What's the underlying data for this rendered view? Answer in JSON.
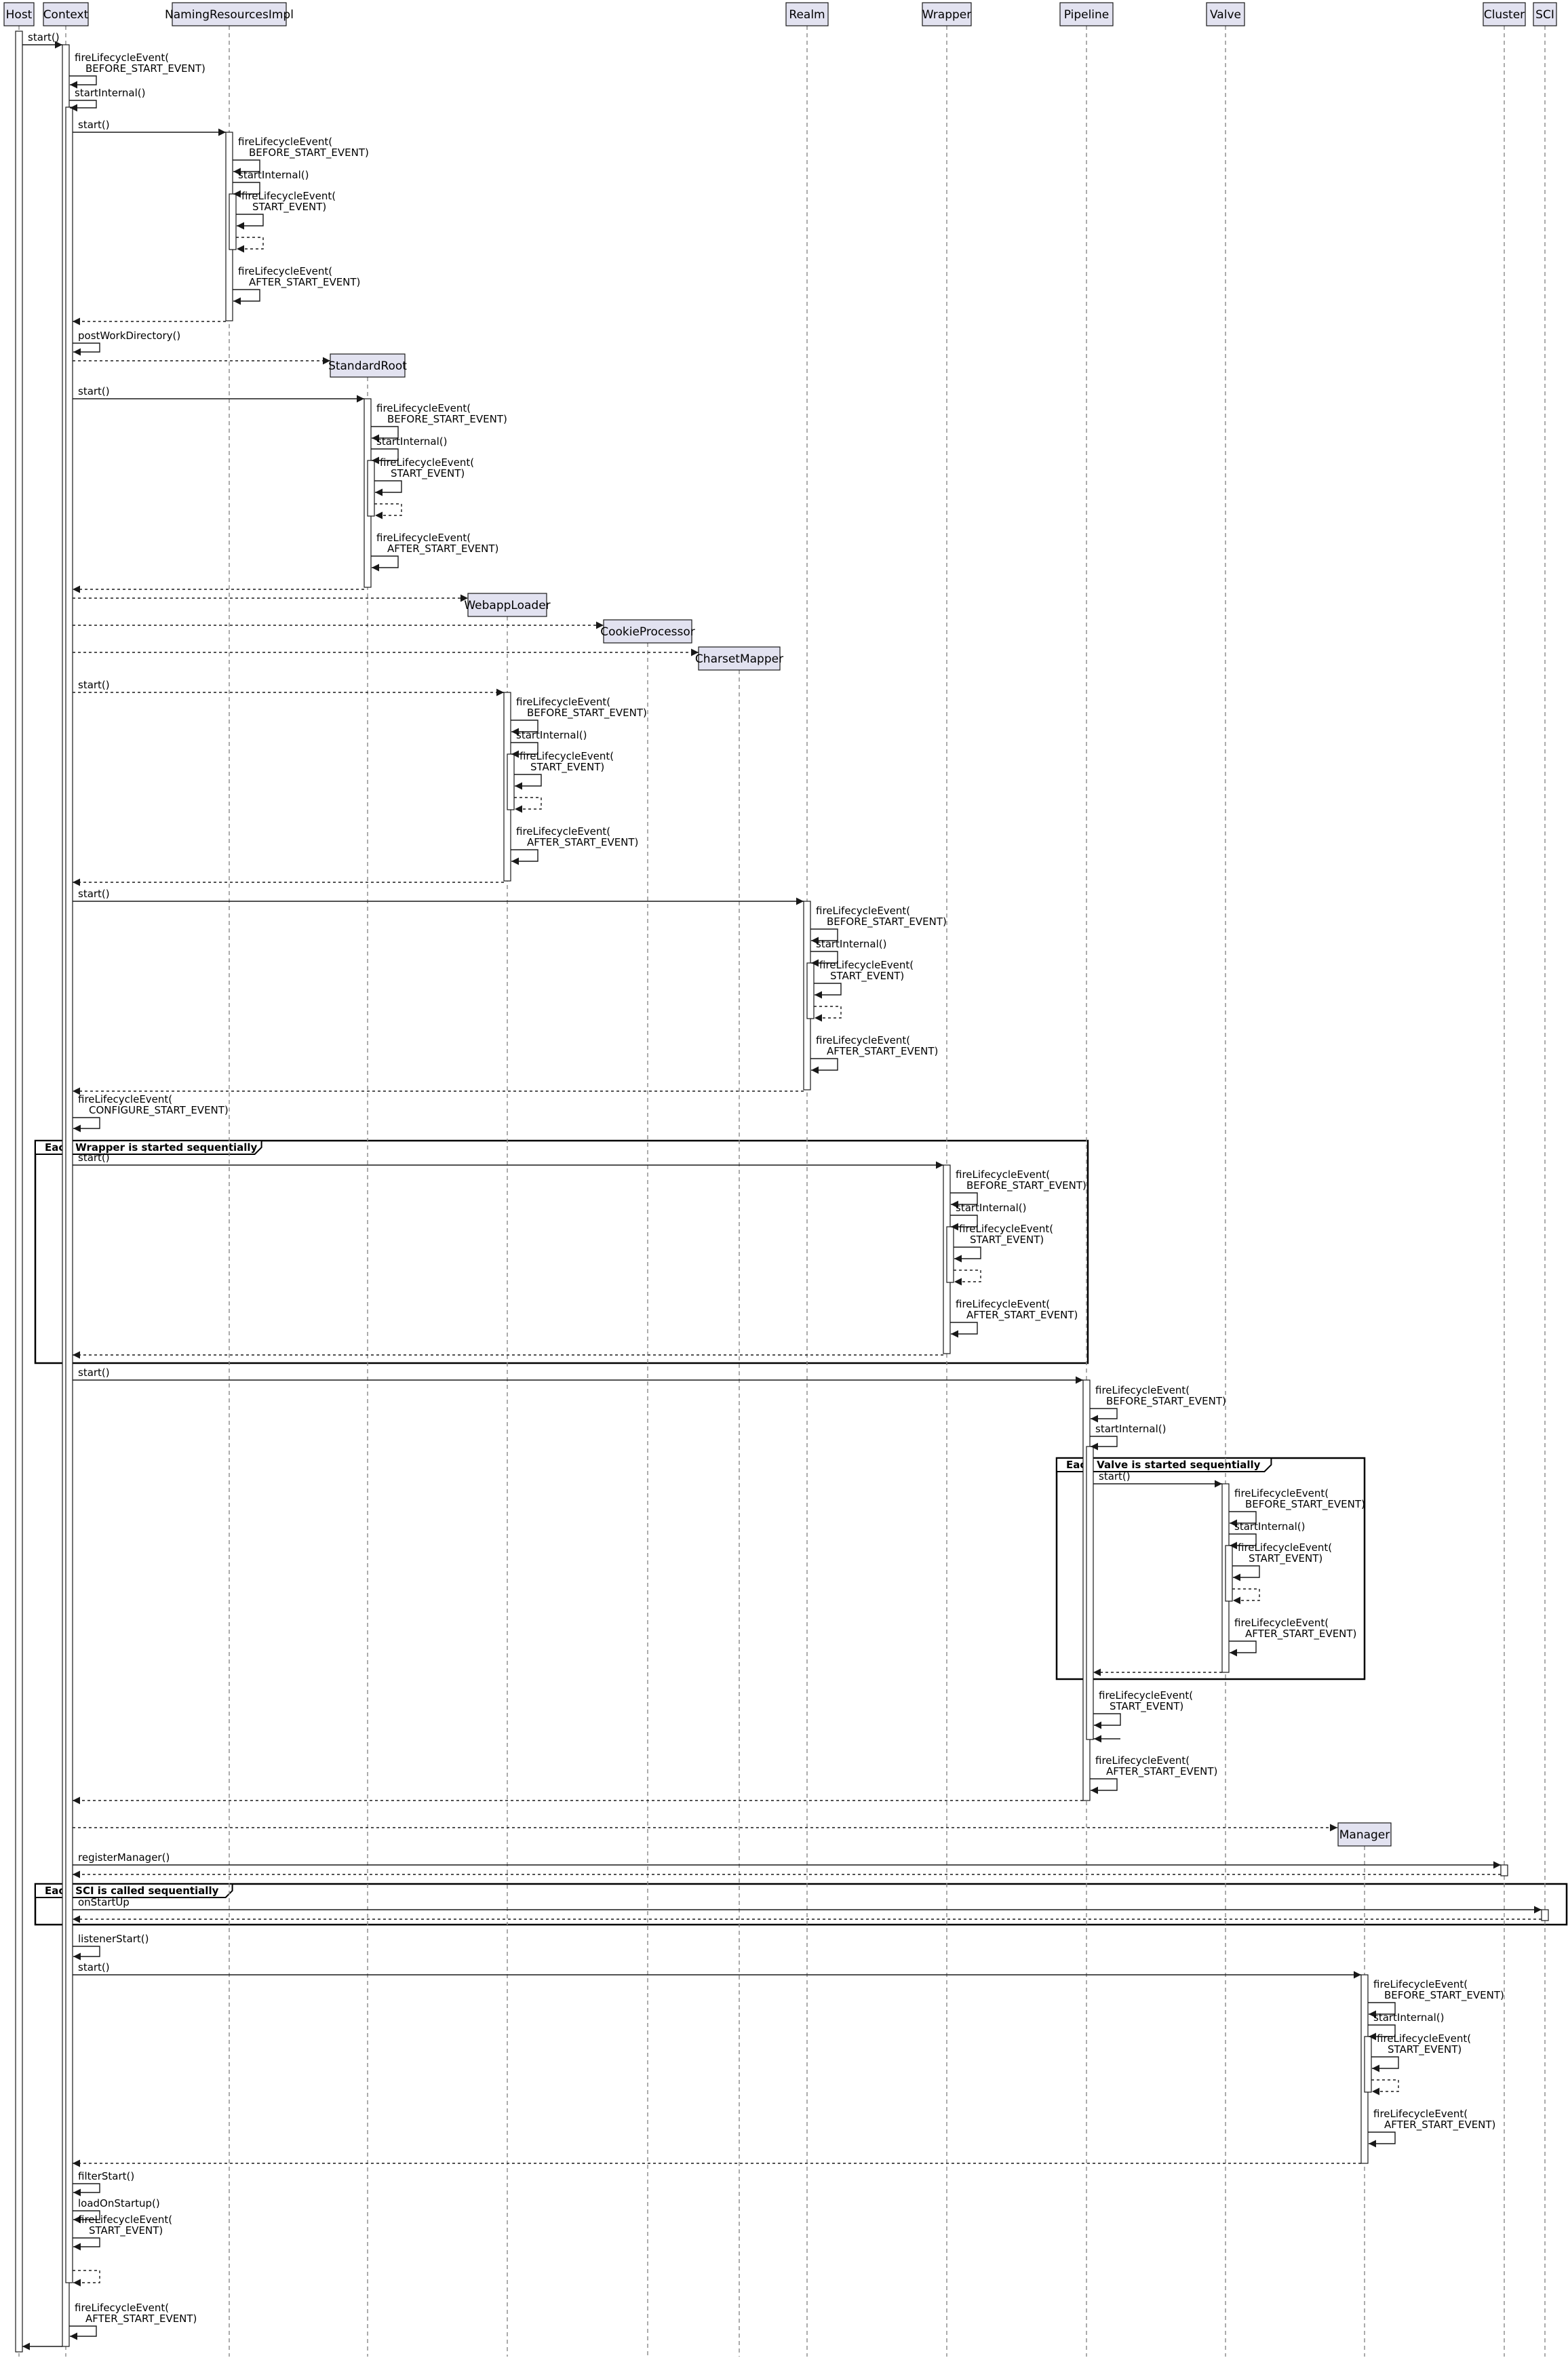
{
  "participants": [
    {
      "id": "host",
      "label": "Host"
    },
    {
      "id": "context",
      "label": "Context"
    },
    {
      "id": "naming",
      "label": "NamingResourcesImpl"
    },
    {
      "id": "stdroot",
      "label": "StandardRoot"
    },
    {
      "id": "loader",
      "label": "WebappLoader"
    },
    {
      "id": "cookie",
      "label": "CookieProcessor"
    },
    {
      "id": "charset",
      "label": "CharsetMapper"
    },
    {
      "id": "realm",
      "label": "Realm"
    },
    {
      "id": "wrapper",
      "label": "Wrapper"
    },
    {
      "id": "pipeline",
      "label": "Pipeline"
    },
    {
      "id": "valve",
      "label": "Valve"
    },
    {
      "id": "manager",
      "label": "Manager"
    },
    {
      "id": "cluster",
      "label": "Cluster"
    },
    {
      "id": "sci",
      "label": "SCI"
    }
  ],
  "groups": [
    {
      "label": "Each Wrapper is started sequentially"
    },
    {
      "label": "Each Valve is started sequentially"
    },
    {
      "label": "Each SCI is called sequentially"
    }
  ],
  "messages": {
    "start": "start()",
    "fire_before": [
      "fireLifecycleEvent(",
      "BEFORE_START_EVENT)"
    ],
    "fire_start": [
      "fireLifecycleEvent(",
      "START_EVENT)"
    ],
    "fire_after": [
      "fireLifecycleEvent(",
      "AFTER_START_EVENT)"
    ],
    "fire_configure": [
      "fireLifecycleEvent(",
      "CONFIGURE_START_EVENT)"
    ],
    "start_internal": "startInternal()",
    "post_work_directory": "postWorkDirectory()",
    "register_manager": "registerManager()",
    "on_startup": "onStartUp",
    "listener_start": "listenerStart()",
    "filter_start": "filterStart()",
    "load_on_startup": "loadOnStartup()"
  },
  "colors": {
    "participant_fill": "#e2e2f0",
    "line": "#181818",
    "lifeline": "#888888"
  }
}
